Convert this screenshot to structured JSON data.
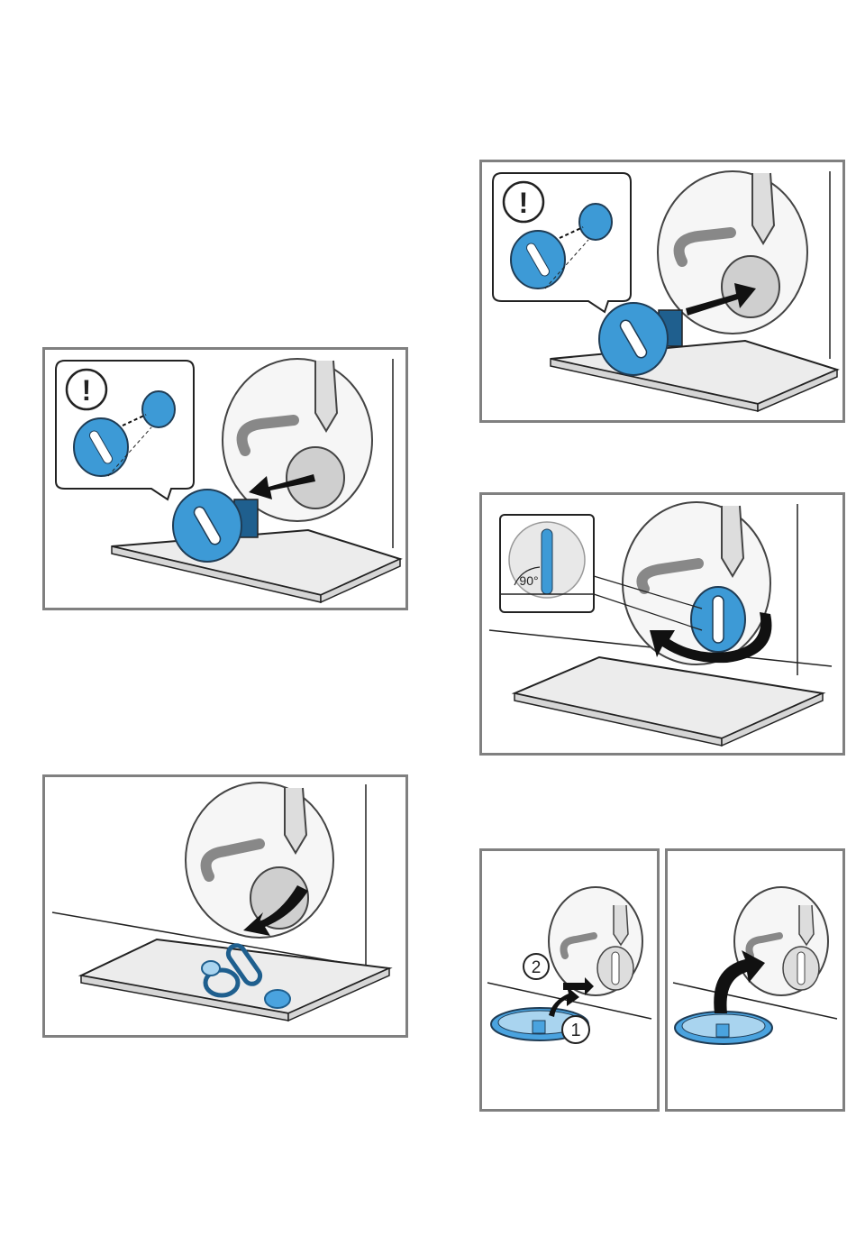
{
  "colors": {
    "frame": "#808080",
    "filter_blue": "#3d9ad6",
    "filter_dark": "#1f5f8e",
    "inset_blue": "#a9d4ef",
    "object_blue": "#4aa3df",
    "outline": "#222222",
    "arrow": "#111111"
  },
  "icons": {
    "warning": "exclamation-circle-icon",
    "arrow": "arrow-icon",
    "rotate": "rotate-arrow-icon"
  },
  "panels": {
    "p1": {
      "inset_icon": "!"
    },
    "p2": {
      "inset_icon": "!"
    },
    "p3": {},
    "p4": {
      "angle_label": "90°"
    },
    "p5": {
      "step_1": "1",
      "step_2": "2"
    },
    "p6": {}
  }
}
